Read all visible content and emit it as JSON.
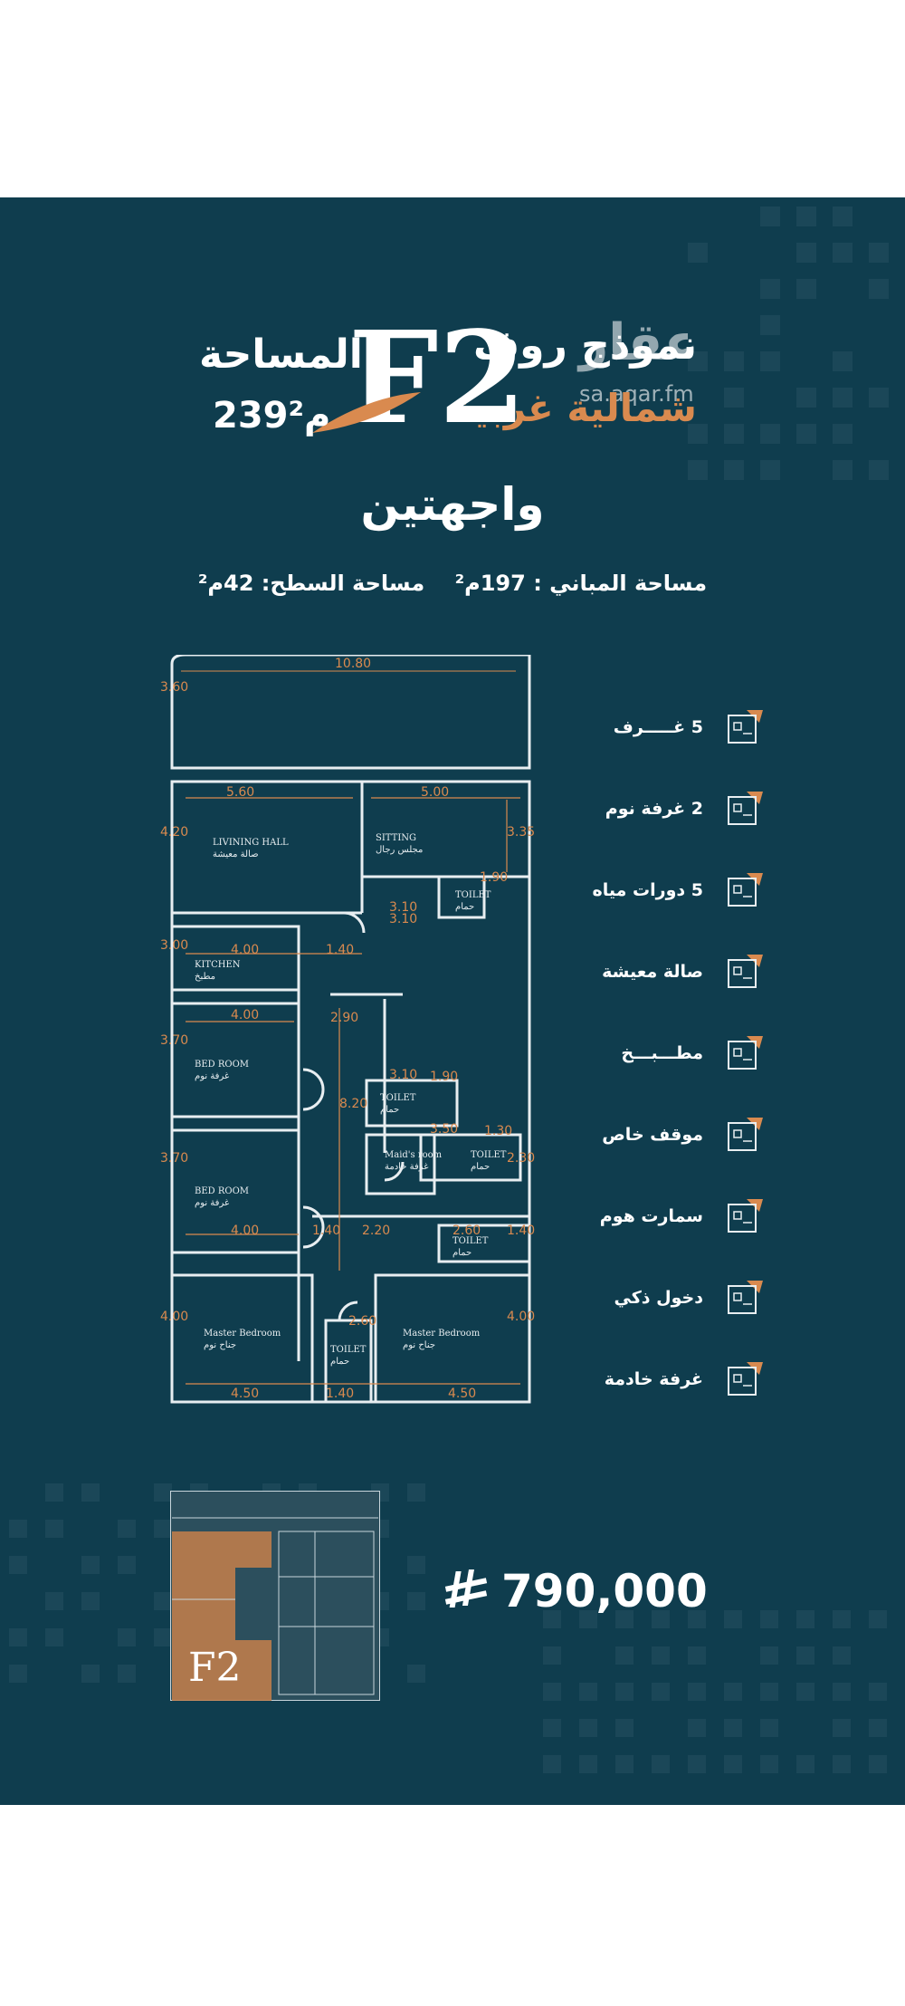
{
  "header": {
    "model_title": "نموذج روف",
    "model_sub": "شمالية غربية",
    "model_code": "F2",
    "area_label": "المساحة",
    "area_value": "239م²"
  },
  "watermark": {
    "brand": "عقار",
    "url": "sa.aqar.fm"
  },
  "facade": "واجهتين",
  "areas": {
    "building_label": "مساحة المباني :",
    "building_value": "197م²",
    "roof_label": "مساحة السطح:",
    "roof_value": "42م²"
  },
  "floor_plan": {
    "dims": [
      "10.80",
      "3.60",
      "5.60",
      "5.00",
      "4.20",
      "3.35",
      "1.90",
      "3.10",
      "3.10",
      "1.40",
      "4.00",
      "3.00",
      "4.00",
      "2.90",
      "3.70",
      "3.10",
      "1.90",
      "3.50",
      "1.30",
      "8.20",
      "3.70",
      "2.30",
      "4.00",
      "1.40",
      "2.20",
      "2.60",
      "1.40",
      "4.00",
      "2.60",
      "4.00",
      "4.50",
      "1.40",
      "4.50"
    ],
    "rooms": [
      {
        "en": "LIVINING HALL",
        "ar": "صالة معيشة"
      },
      {
        "en": "SITTING",
        "ar": "مجلس رجال"
      },
      {
        "en": "TOILET",
        "ar": "حمام"
      },
      {
        "en": "KITCHEN",
        "ar": "مطبخ"
      },
      {
        "en": "BED ROOM",
        "ar": "غرفة نوم"
      },
      {
        "en": "BED ROOM",
        "ar": "غرفة نوم"
      },
      {
        "en": "TOILET",
        "ar": "حمام"
      },
      {
        "en": "Maid's room",
        "ar": "غرفة خادمة"
      },
      {
        "en": "TOILET",
        "ar": "حمام"
      },
      {
        "en": "TOILET",
        "ar": "حمام"
      },
      {
        "en": "Master Bedroom",
        "ar": "جناح نوم"
      },
      {
        "en": "TOILET",
        "ar": "حمام"
      },
      {
        "en": "Master Bedroom",
        "ar": "جناح نوم"
      }
    ]
  },
  "features": [
    {
      "label": "5 غـــــرف",
      "icon": "rooms-icon"
    },
    {
      "label": "2 غرفة نوم",
      "icon": "bed-icon"
    },
    {
      "label": "5 دورات مياه",
      "icon": "toilet-icon"
    },
    {
      "label": "صالة معيشة",
      "icon": "sofa-icon"
    },
    {
      "label": "مطـــبـــخ",
      "icon": "kitchen-icon"
    },
    {
      "label": "موقف خاص",
      "icon": "car-icon"
    },
    {
      "label": "سمارت هوم",
      "icon": "smart-home-icon"
    },
    {
      "label": "دخول ذكي",
      "icon": "smart-lock-icon"
    },
    {
      "label": "غرفة خادمة",
      "icon": "maid-icon"
    }
  ],
  "mini_plan": {
    "code": "F2"
  },
  "price": {
    "currency": "riyal-icon",
    "value": "790,000"
  },
  "colors": {
    "background": "#0f3d4e",
    "accent": "#d98a4f",
    "text": "#ffffff"
  }
}
